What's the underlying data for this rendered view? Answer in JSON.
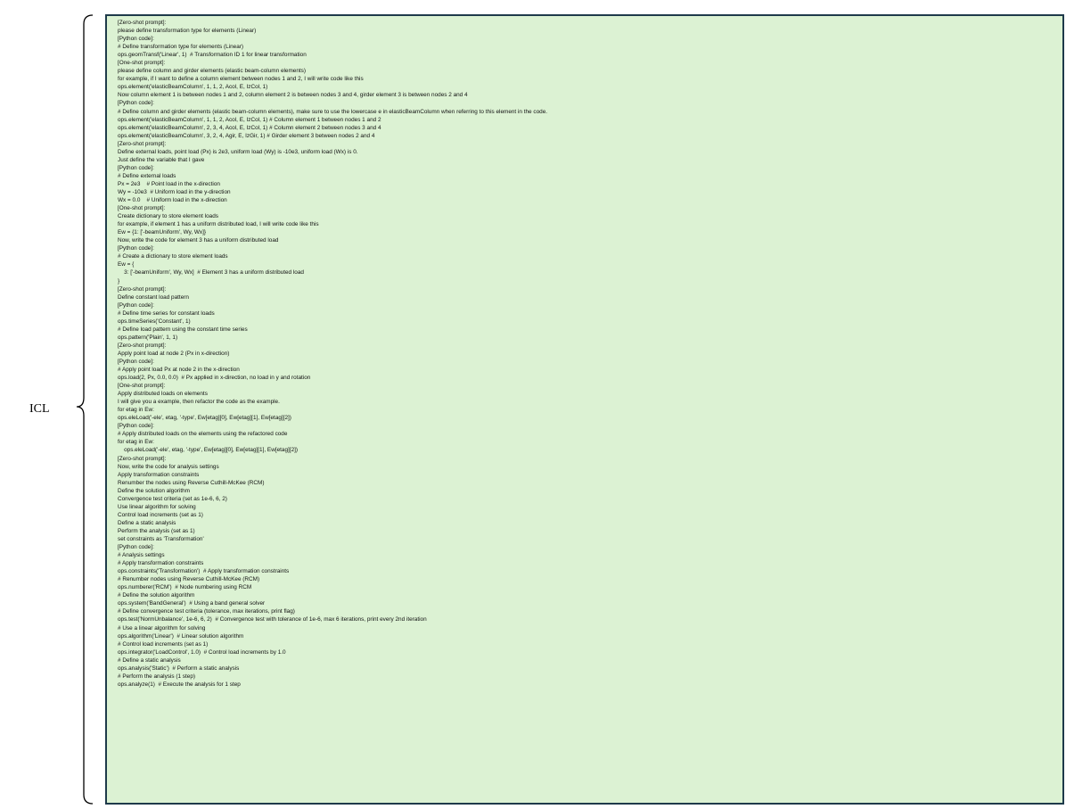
{
  "label": "ICL",
  "panel_bg": "#dcf2d3",
  "panel_border": "#1e3a4a",
  "lines": [
    "[Zero-shot prompt]:",
    "please define transformation type for elements (Linear)",
    "[Python code]:",
    "# Define transformation type for elements (Linear)",
    "ops.geomTransf('Linear', 1)  # Transformation ID 1 for linear transformation",
    "[One-shot prompt]:",
    "please define column and girder elements (elastic beam-column elements)",
    "for example, if I want to define a column element between nodes 1 and 2, I will write code like this",
    "ops.element('elasticBeamColumn', 1, 1, 2, Acol, E, IzCol, 1)",
    "Now column element 1 is between nodes 1 and 2, column element 2 is between nodes 3 and 4, girder element 3 is between nodes 2 and 4",
    "[Python code]:",
    "# Define column and girder elements (elastic beam-column elements), make sure to use the lowercase e in elasticBeamColumn when referring to this element in the code.",
    "ops.element('elasticBeamColumn', 1, 1, 2, Acol, E, IzCol, 1) # Column element 1 between nodes 1 and 2",
    "ops.element('elasticBeamColumn', 2, 3, 4, Acol, E, IzCol, 1) # Column element 2 between nodes 3 and 4",
    "ops.element('elasticBeamColumn', 3, 2, 4, Agir, E, IzGir, 1) # Girder element 3 between nodes 2 and 4",
    "[Zero-shot prompt]:",
    "Define external loads, point load (Px) is 2e3, uniform load (Wy) is -10e3, uniform load (Wx) is 0.",
    "Just define the variable that I gave",
    "[Python code]:",
    "# Define external loads",
    "Px = 2e3    # Point load in the x-direction",
    "Wy = -10e3  # Uniform load in the y-direction",
    "Wx = 0.0    # Uniform load in the x-direction",
    "[One-shot prompt]:",
    "Create dictionary to store element loads",
    "for example, if element 1 has a uniform distributed load, I will write code like this",
    "Ew = {1: ['-beamUniform', Wy, Wx]}",
    "Now, write the code for element 3 has a uniform distributed load",
    "[Python code]:",
    "# Create a dictionary to store element loads",
    "Ew = {",
    "    3: ['-beamUniform', Wy, Wx]  # Element 3 has a uniform distributed load",
    "}",
    "[Zero-shot prompt]:",
    "Define constant load pattern",
    "[Python code]:",
    "# Define time series for constant loads",
    "ops.timeSeries('Constant', 1)",
    "# Define load pattern using the constant time series",
    "ops.pattern('Plain', 1, 1)",
    "[Zero-shot prompt]:",
    "Apply point load at node 2 (Px in x-direction)",
    "[Python code]:",
    "# Apply point load Px at node 2 in the x-direction",
    "ops.load(2, Px, 0.0, 0.0)  # Px applied in x-direction, no load in y and rotation",
    "[One-shot prompt]:",
    "Apply distributed loads on elements",
    "I will give you a example, then refactor the code as the example.",
    "for etag in Ew:",
    "ops.eleLoad('-ele', etag, '-type', Ew[etag][0], Ew[etag][1], Ew[etag][2])",
    "[Python code]:",
    "# Apply distributed loads on the elements using the refactored code",
    "for etag in Ew:",
    "    ops.eleLoad('-ele', etag, '-type', Ew[etag][0], Ew[etag][1], Ew[etag][2])",
    "[Zero-shot prompt]:",
    "Now, write the code for analysis settings",
    "Apply transformation constraints",
    "Renumber the nodes using Reverse Cuthill-McKee (RCM)",
    "Define the solution algorithm",
    "Convergence test criteria (set as 1e-6, 6, 2)",
    "Use linear algorithm for solving",
    "Control load increments (set as 1)",
    "Define a static analysis",
    "Perform the analysis (set as 1)",
    "set constraints as 'Transformation'",
    "[Python code]:",
    "# Analysis settings",
    "# Apply transformation constraints",
    "ops.constraints('Transformation')  # Apply transformation constraints",
    "# Renumber nodes using Reverse Cuthill-McKee (RCM)",
    "ops.numberer('RCM')  # Node numbering using RCM",
    "# Define the solution algorithm",
    "ops.system('BandGeneral')  # Using a band general solver",
    "# Define convergence test criteria (tolerance, max iterations, print flag)",
    "ops.test('NormUnbalance', 1e-6, 6, 2)  # Convergence test with tolerance of 1e-6, max 6 iterations, print every 2nd iteration",
    "# Use a linear algorithm for solving",
    "ops.algorithm('Linear')  # Linear solution algorithm",
    "# Control load increments (set as 1)",
    "ops.integrator('LoadControl', 1.0)  # Control load increments by 1.0",
    "# Define a static analysis",
    "ops.analysis('Static')  # Perform a static analysis",
    "# Perform the analysis (1 step)",
    "ops.analyze(1)  # Execute the analysis for 1 step"
  ]
}
